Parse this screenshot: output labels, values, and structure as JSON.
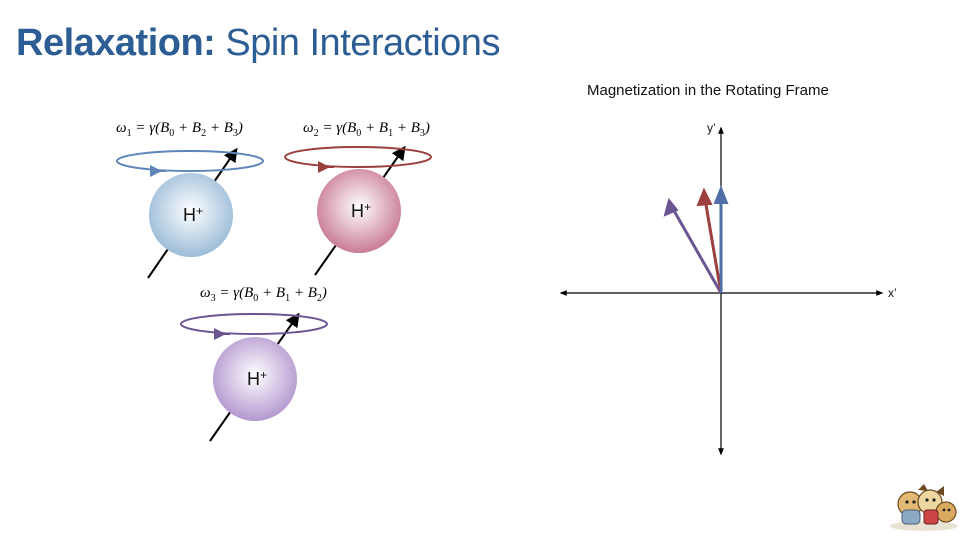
{
  "title": {
    "bold": "Relaxation:",
    "rest": " Spin Interactions"
  },
  "spins": [
    {
      "label": "H",
      "charge": "+",
      "omega_index": "1",
      "terms": [
        "0",
        "2",
        "3"
      ],
      "color": "#5f86ba",
      "sphere_color": "#9bbcd8"
    },
    {
      "label": "H",
      "charge": "+",
      "omega_index": "2",
      "terms": [
        "0",
        "1",
        "3"
      ],
      "color": "#9b3f3f",
      "sphere_color": "#c97b97"
    },
    {
      "label": "H",
      "charge": "+",
      "omega_index": "3",
      "terms": [
        "0",
        "1",
        "2"
      ],
      "color": "#6a5592",
      "sphere_color": "#b397cf"
    }
  ],
  "rotating_frame": {
    "title": "Magnetization in the Rotating Frame",
    "x_label": "x’",
    "y_label": "y’"
  }
}
